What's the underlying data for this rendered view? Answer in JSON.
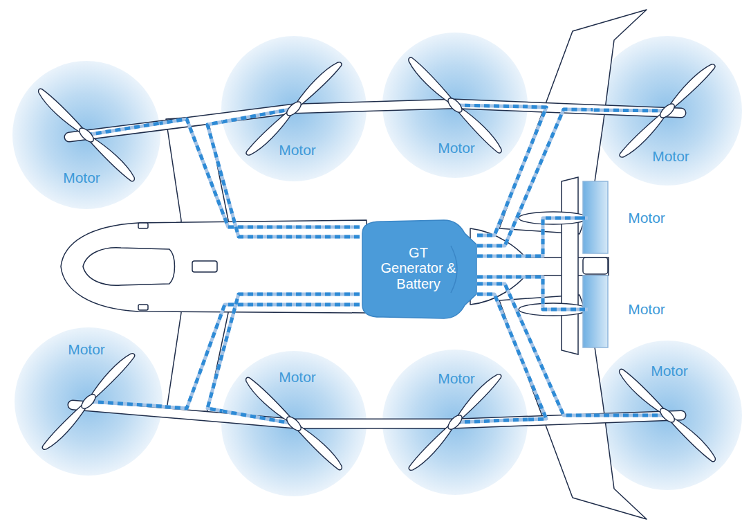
{
  "diagram": {
    "nodes": [
      {
        "text": [
          "Motor"
        ]
      },
      {
        "text": [
          "Motor"
        ]
      },
      {
        "text": [
          "Motor"
        ]
      },
      {
        "text": [
          "Motor"
        ]
      },
      {
        "text": [
          "Motor"
        ]
      },
      {
        "text": [
          "GT Generator & Battery"
        ]
      },
      {
        "text": [
          "Motor"
        ]
      },
      {
        "text": [
          "Motor"
        ]
      },
      {
        "text": [
          "Motor"
        ]
      },
      {
        "text": [
          "Motor"
        ]
      },
      {
        "text": [
          "Motor"
        ]
      }
    ],
    "edges": [
      {
        "from": 5,
        "to": 0,
        "arrow": "none"
      },
      {
        "from": 5,
        "to": 1,
        "arrow": "none"
      },
      {
        "from": 5,
        "to": 2,
        "arrow": "none"
      },
      {
        "from": 5,
        "to": 3,
        "arrow": "none"
      },
      {
        "from": 5,
        "to": 4,
        "arrow": "none"
      },
      {
        "from": 5,
        "to": 6,
        "arrow": "none"
      },
      {
        "from": 5,
        "to": 7,
        "arrow": "none"
      },
      {
        "from": 5,
        "to": 8,
        "arrow": "none"
      },
      {
        "from": 5,
        "to": 9,
        "arrow": "none"
      },
      {
        "from": 5,
        "to": 10,
        "arrow": "none"
      }
    ]
  }
}
